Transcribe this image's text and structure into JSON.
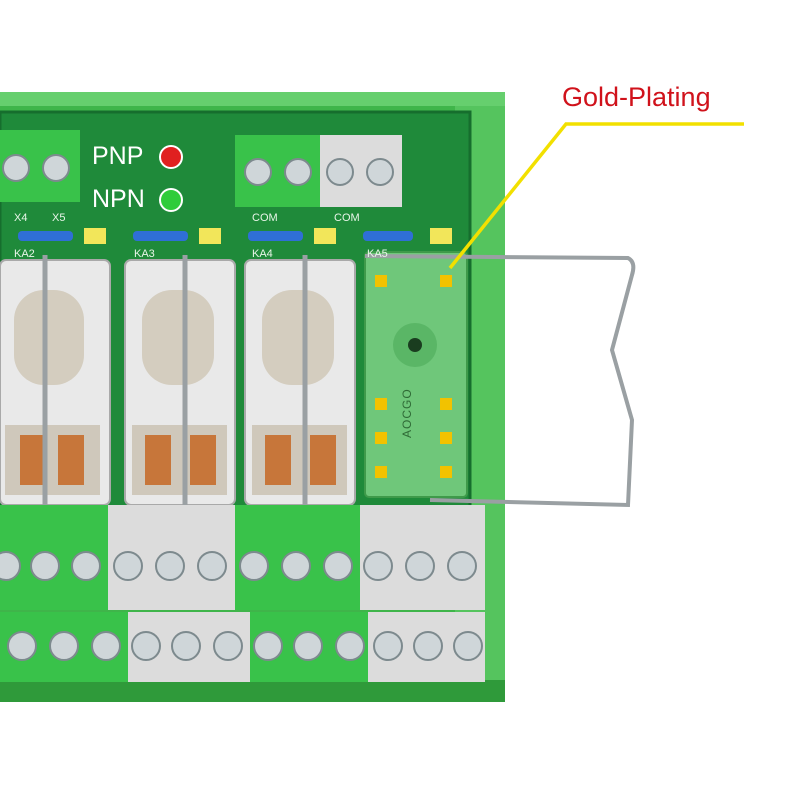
{
  "callout": {
    "text": "Gold-Plating",
    "text_color": "#d0121b",
    "line_color": "#f2e000"
  },
  "indicators": {
    "pnp_label": "PNP",
    "npn_label": "NPN",
    "pnp_led_color": "#e02020",
    "npn_led_color": "#2fcc3a"
  },
  "silkscreen": {
    "input_labels": [
      "X4",
      "X5"
    ],
    "relay_labels": [
      "KA2",
      "KA3",
      "KA4",
      "KA5"
    ],
    "com_labels": [
      "COM",
      "COM"
    ],
    "socket_marking": "AOCGO"
  },
  "colors": {
    "pcb": "#1f8a3a",
    "housing": "#3fb54a",
    "terminal_green": "#39c24a",
    "terminal_grey": "#dcdcdc",
    "relay_case": "#e9e9e9",
    "gold": "#f2c200"
  }
}
